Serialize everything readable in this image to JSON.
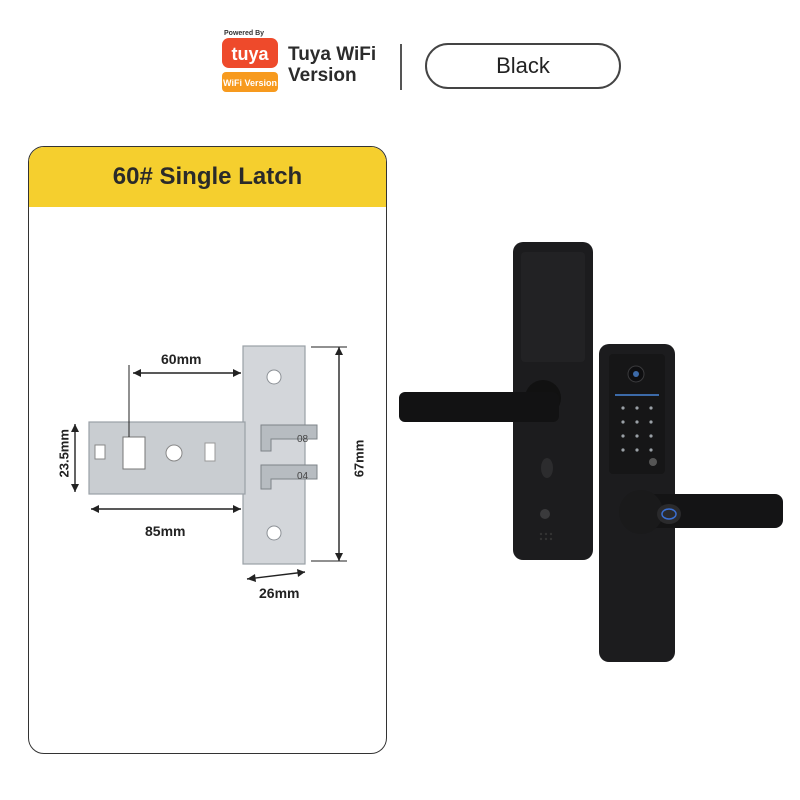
{
  "header": {
    "logo": {
      "powered_by": "Powered By",
      "brand": "tuya",
      "badge": "WiFi Version"
    },
    "title": "Tuya WiFi Version",
    "color_option": "Black"
  },
  "latch_card": {
    "title": "60# Single Latch",
    "dimensions": {
      "backset": "60mm",
      "total_length": "85mm",
      "height": "23.5mm",
      "faceplate_height": "67mm",
      "faceplate_width": "26mm"
    },
    "plate_marks": [
      "08",
      "04"
    ]
  },
  "colors": {
    "card_header": "#f5cf2e",
    "lock_body": "#1c1c1e",
    "latch_metal": "#c9cdd1",
    "tuya_red": "#ee4a2b",
    "tuya_orange": "#f79a1e"
  },
  "icons": [
    "tuya-logo-icon",
    "fingerprint-icon",
    "camera-icon",
    "keypad-icon",
    "doorbell-icon"
  ]
}
